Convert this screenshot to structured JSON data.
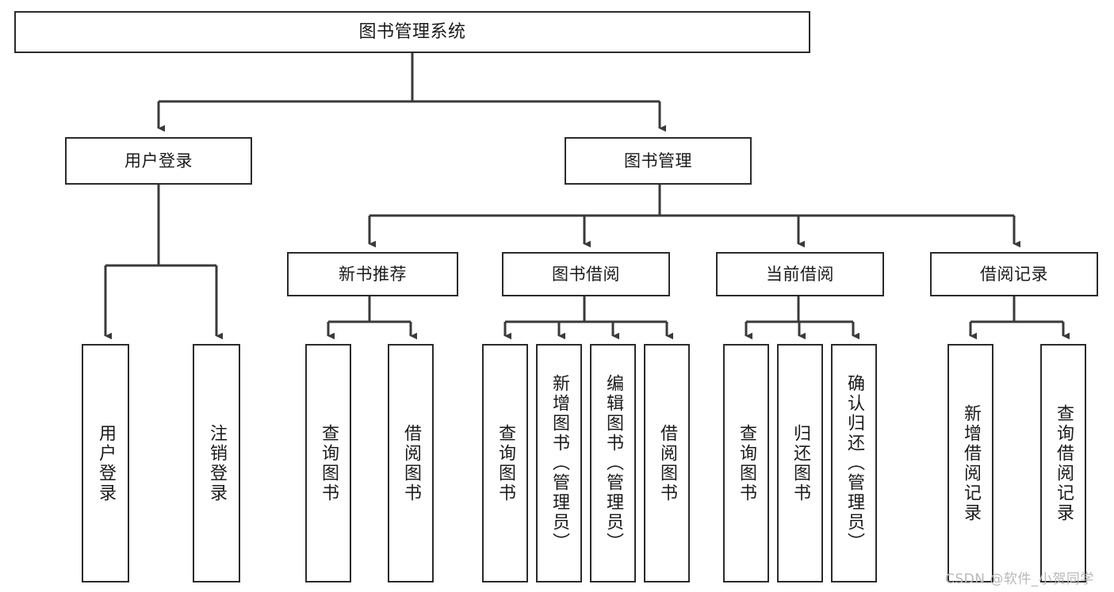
{
  "diagram": {
    "type": "hierarchy-tree",
    "title": "图书管理系统",
    "orientation": "top-down",
    "watermark": "CSDN @软件_小贺同学",
    "colors": {
      "box_border": "#2b2b2b",
      "box_fill": "#ffffff",
      "connector": "#3a3a3a",
      "text": "#1b1b1b",
      "watermark": "#b9b9b9",
      "background": "#ffffff"
    },
    "levels": [
      {
        "level": 1,
        "nodes": [
          {
            "id": "root",
            "label": "图书管理系统",
            "orientation": "horizontal"
          }
        ]
      },
      {
        "level": 2,
        "nodes": [
          {
            "id": "user-login",
            "label": "用户登录",
            "orientation": "horizontal",
            "parent": "root"
          },
          {
            "id": "book-manage",
            "label": "图书管理",
            "orientation": "horizontal",
            "parent": "root"
          }
        ]
      },
      {
        "level": 3,
        "nodes": [
          {
            "id": "new-book-rec",
            "label": "新书推荐",
            "orientation": "horizontal",
            "parent": "book-manage"
          },
          {
            "id": "book-borrow",
            "label": "图书借阅",
            "orientation": "horizontal",
            "parent": "book-manage"
          },
          {
            "id": "current-borrow",
            "label": "当前借阅",
            "orientation": "horizontal",
            "parent": "book-manage"
          },
          {
            "id": "borrow-record",
            "label": "借阅记录",
            "orientation": "horizontal",
            "parent": "book-manage"
          }
        ]
      },
      {
        "level": 4,
        "nodes": [
          {
            "id": "leaf-user-login",
            "label": "用户登录",
            "orientation": "vertical",
            "parent": "user-login"
          },
          {
            "id": "leaf-user-logout",
            "label": "注销登录",
            "orientation": "vertical",
            "parent": "user-login"
          },
          {
            "id": "leaf-query-book-1",
            "label": "查询图书",
            "orientation": "vertical",
            "parent": "new-book-rec"
          },
          {
            "id": "leaf-borrow-book-1",
            "label": "借阅图书",
            "orientation": "vertical",
            "parent": "new-book-rec"
          },
          {
            "id": "leaf-query-book-2",
            "label": "查询图书",
            "orientation": "vertical",
            "parent": "book-borrow"
          },
          {
            "id": "leaf-add-book",
            "label": "新增图书（管理员）",
            "orientation": "vertical",
            "parent": "book-borrow"
          },
          {
            "id": "leaf-edit-book",
            "label": "编辑图书（管理员）",
            "orientation": "vertical",
            "parent": "book-borrow"
          },
          {
            "id": "leaf-borrow-book-2",
            "label": "借阅图书",
            "orientation": "vertical",
            "parent": "book-borrow"
          },
          {
            "id": "leaf-query-book-3",
            "label": "查询图书",
            "orientation": "vertical",
            "parent": "current-borrow"
          },
          {
            "id": "leaf-return-book",
            "label": "归还图书",
            "orientation": "vertical",
            "parent": "current-borrow"
          },
          {
            "id": "leaf-confirm-return",
            "label": "确认归还（管理员）",
            "orientation": "vertical",
            "parent": "current-borrow"
          },
          {
            "id": "leaf-add-record",
            "label": "新增借阅记录",
            "orientation": "vertical",
            "parent": "borrow-record"
          },
          {
            "id": "leaf-query-record",
            "label": "查询借阅记录",
            "orientation": "vertical",
            "parent": "borrow-record"
          }
        ]
      }
    ]
  }
}
